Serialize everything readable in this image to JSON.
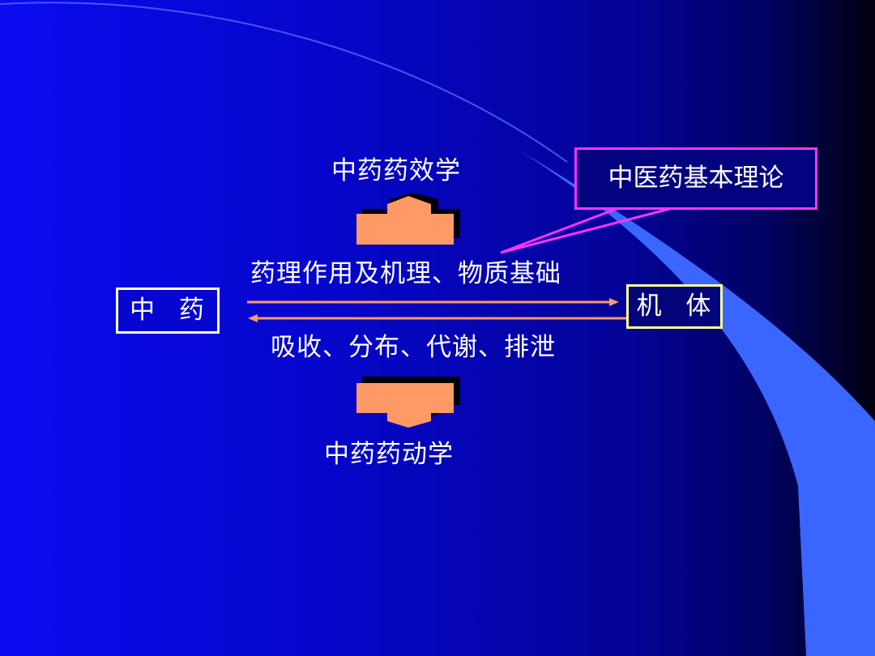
{
  "slide": {
    "top_label": "中药药效学",
    "bottom_label": "中药药动学",
    "theory_box": "中医药基本理论",
    "left_box": "中 药",
    "right_box": "机 体",
    "upper_text": "药理作用及机理、物质基础",
    "lower_text": "吸收、分布、代谢、排泄"
  },
  "colors": {
    "background": "#0606c8",
    "decor_light_blue": "#3a66ff",
    "arrow_fill": "#ff9966",
    "arrow_shadow": "#000000",
    "callout_magenta": "#ff33ff",
    "box_right_border": "#ffff99",
    "box_left_border": "#ffffff"
  }
}
